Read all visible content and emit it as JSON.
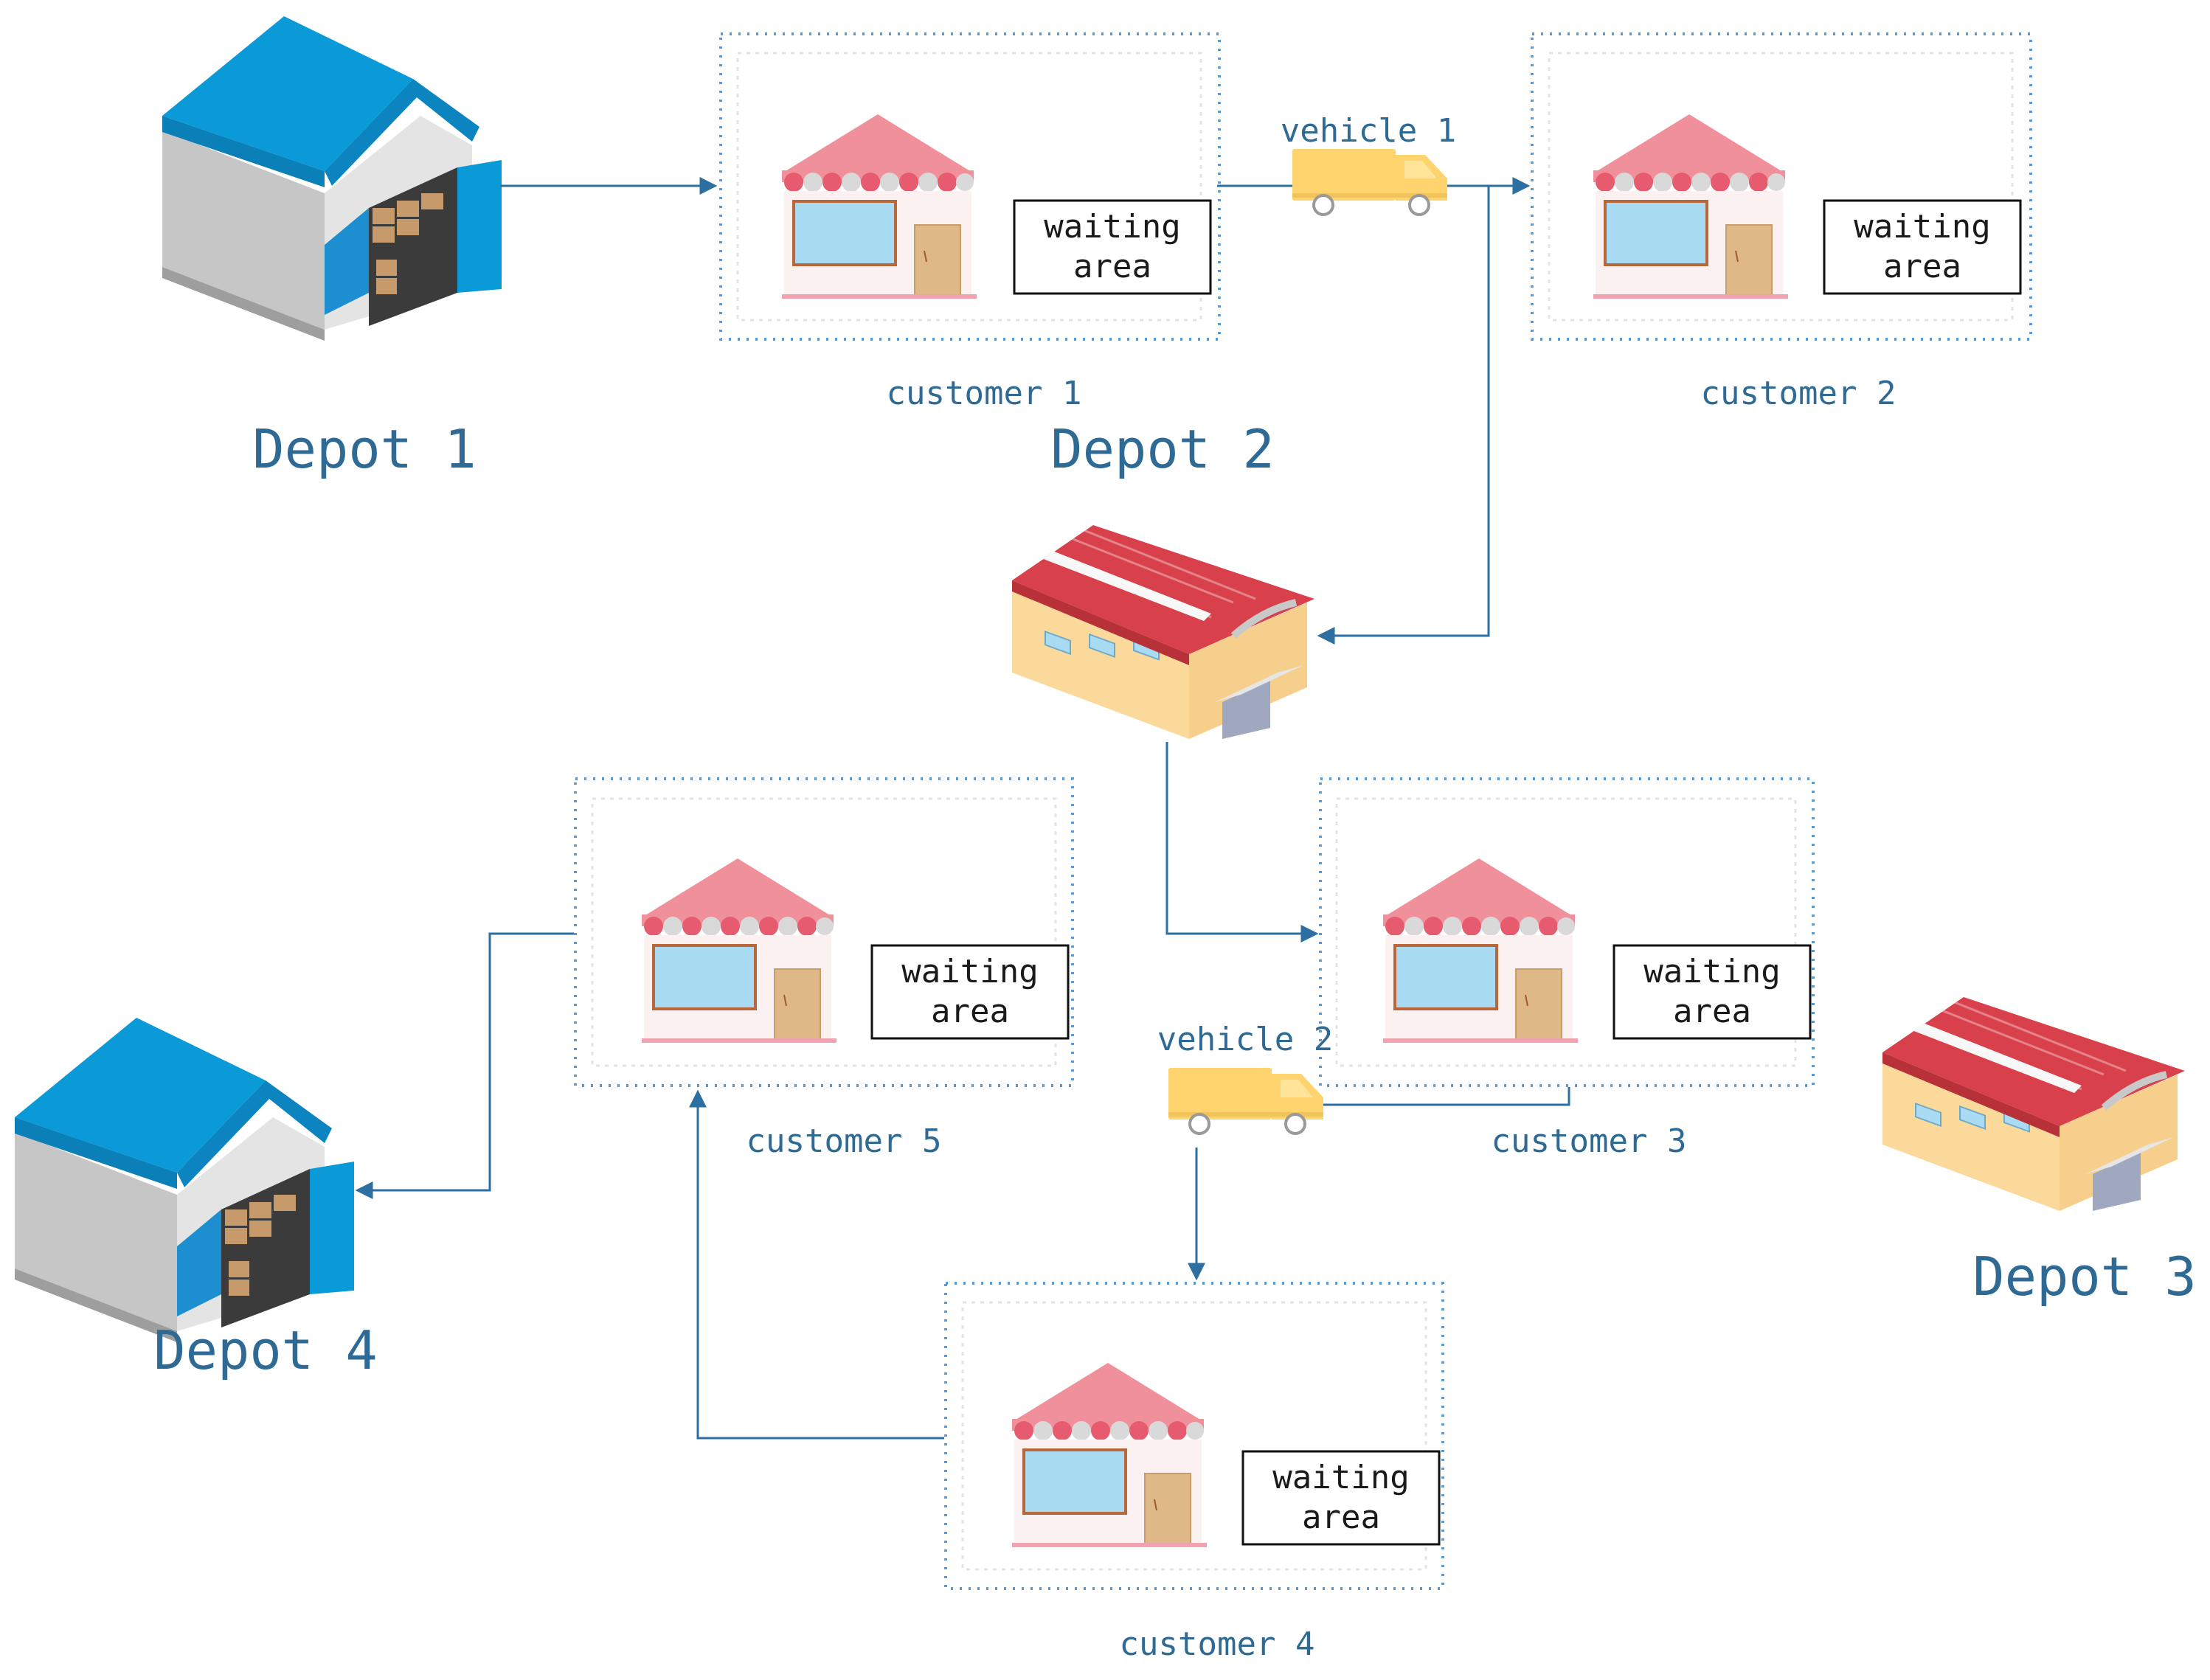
{
  "depots": [
    {
      "id": "depot1",
      "label": "Depot 1",
      "icon": "blue-warehouse-icon"
    },
    {
      "id": "depot2",
      "label": "Depot 2",
      "icon": "red-roof-factory-icon"
    },
    {
      "id": "depot3",
      "label": "Depot 3",
      "icon": "red-roof-factory-icon"
    },
    {
      "id": "depot4",
      "label": "Depot 4",
      "icon": "blue-warehouse-icon"
    }
  ],
  "customers": [
    {
      "id": "c1",
      "label": "customer 1",
      "waiting_line1": "waiting",
      "waiting_line2": "area"
    },
    {
      "id": "c2",
      "label": "customer 2",
      "waiting_line1": "waiting",
      "waiting_line2": "area"
    },
    {
      "id": "c3",
      "label": "customer 3",
      "waiting_line1": "waiting",
      "waiting_line2": "area"
    },
    {
      "id": "c4",
      "label": "customer 4",
      "waiting_line1": "waiting",
      "waiting_line2": "area"
    },
    {
      "id": "c5",
      "label": "customer 5",
      "waiting_line1": "waiting",
      "waiting_line2": "area"
    }
  ],
  "vehicles": [
    {
      "id": "v1",
      "label": "vehicle 1",
      "icon": "truck-icon"
    },
    {
      "id": "v2",
      "label": "vehicle 2",
      "icon": "truck-icon"
    }
  ],
  "colors": {
    "label": "#2f6a95",
    "arrow": "#2c6fa0",
    "box_border": "#5b9bd5",
    "store_roof": "#f0909a",
    "truck": "#ffd46e",
    "warehouse_roof": "#0a9ad8",
    "factory_roof": "#d8414c"
  }
}
